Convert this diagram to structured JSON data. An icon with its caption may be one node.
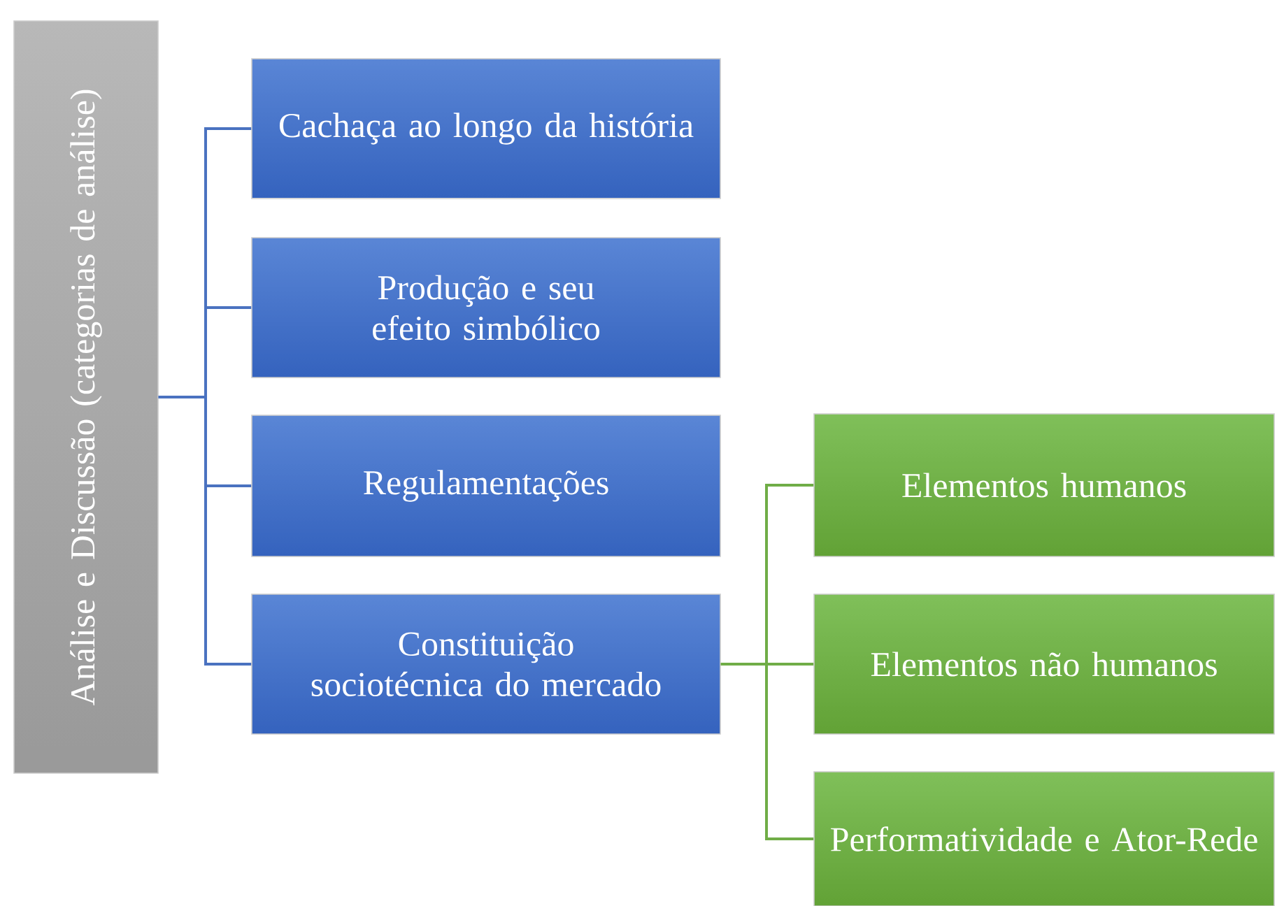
{
  "diagram": {
    "nodes": [
      {
        "text": [
          "Análise e Discussão (categorias de análise)"
        ]
      },
      {
        "text": [
          "Cachaça ao longo da história"
        ]
      },
      {
        "text": [
          "Produção e seu efeito simbólico"
        ]
      },
      {
        "text": [
          "Regulamentações"
        ]
      },
      {
        "text": [
          "Constituição sociotécnica do mercado"
        ]
      },
      {
        "text": [
          "Elementos humanos"
        ]
      },
      {
        "text": [
          "Elementos não humanos"
        ]
      },
      {
        "text": [
          "Performatividade e Ator-Rede"
        ]
      }
    ],
    "edges": [
      {
        "from": 0,
        "to": 1,
        "arrow": "none"
      },
      {
        "from": 0,
        "to": 2,
        "arrow": "none"
      },
      {
        "from": 0,
        "to": 3,
        "arrow": "none"
      },
      {
        "from": 0,
        "to": 4,
        "arrow": "none"
      },
      {
        "from": 4,
        "to": 5,
        "arrow": "none",
        "color": "#70ad47"
      },
      {
        "from": 4,
        "to": 6,
        "arrow": "none",
        "color": "#70ad47"
      },
      {
        "from": 4,
        "to": 7,
        "arrow": "none",
        "color": "#70ad47"
      }
    ]
  }
}
